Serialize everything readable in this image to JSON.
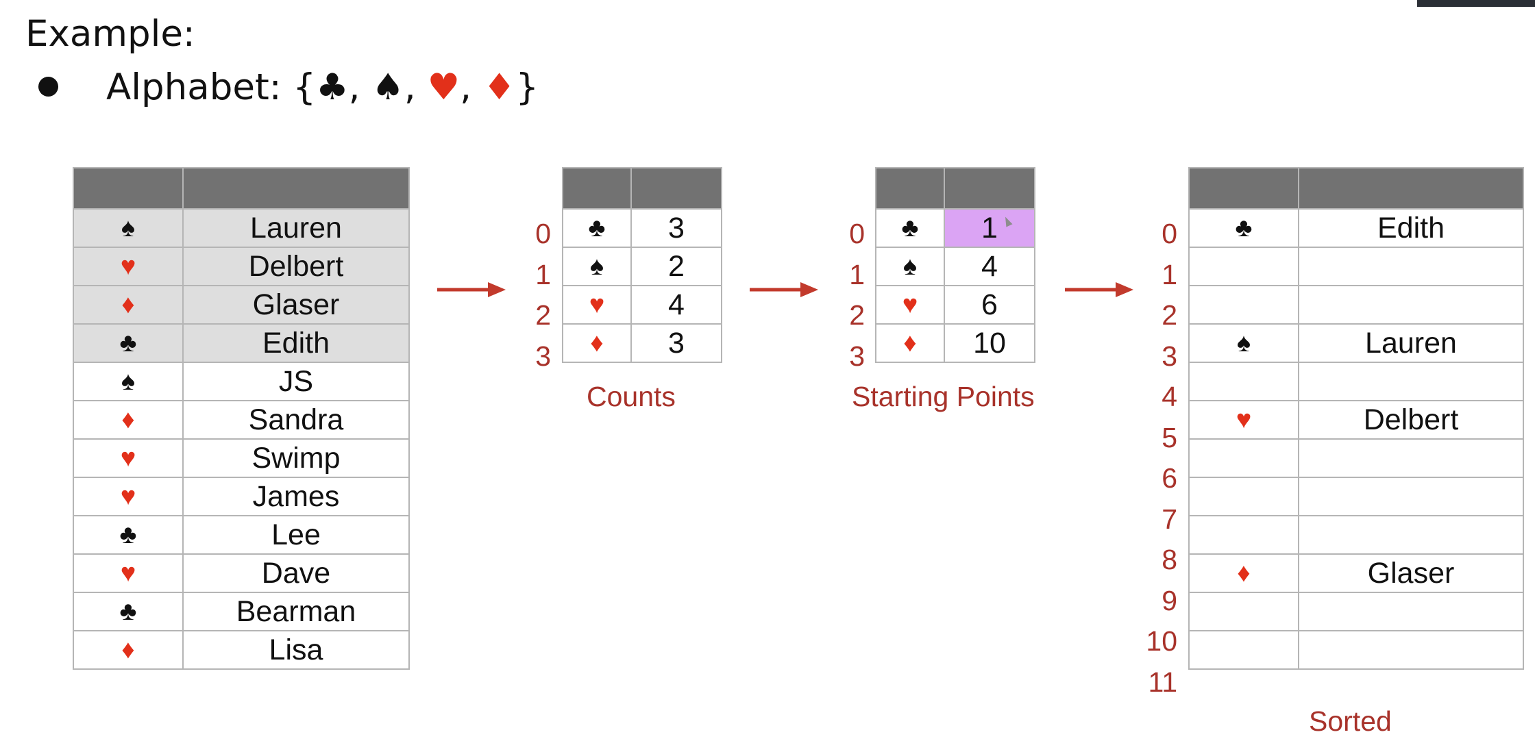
{
  "heading": "Example:",
  "alphabet": {
    "label": "Alphabet: {",
    "sep": ", ",
    "close": "}",
    "suits": [
      {
        "glyph": "♣",
        "color": "#111111"
      },
      {
        "glyph": "♠",
        "color": "#111111"
      },
      {
        "glyph": "♥",
        "color": "#e2301a"
      },
      {
        "glyph": "♦",
        "color": "#e2301a"
      }
    ]
  },
  "colors": {
    "red": "#e2301a",
    "black": "#111111",
    "header": "#727272",
    "shaded": "#dedede",
    "highlight": "#dba4f4",
    "annotation": "#a8322a"
  },
  "input_table": {
    "rows": [
      {
        "suit": "♠",
        "name": "Lauren"
      },
      {
        "suit": "♥",
        "name": "Delbert"
      },
      {
        "suit": "♦",
        "name": "Glaser"
      },
      {
        "suit": "♣",
        "name": "Edith"
      },
      {
        "suit": "♠",
        "name": "JS"
      },
      {
        "suit": "♦",
        "name": "Sandra"
      },
      {
        "suit": "♥",
        "name": "Swimp"
      },
      {
        "suit": "♥",
        "name": "James"
      },
      {
        "suit": "♣",
        "name": "Lee"
      },
      {
        "suit": "♥",
        "name": "Dave"
      },
      {
        "suit": "♣",
        "name": "Bearman"
      },
      {
        "suit": "♦",
        "name": "Lisa"
      }
    ],
    "shaded_rows": 4
  },
  "counts": {
    "caption": "Counts",
    "indices": [
      "0",
      "1",
      "2",
      "3"
    ],
    "rows": [
      {
        "suit": "♣",
        "value": "3"
      },
      {
        "suit": "♠",
        "value": "2"
      },
      {
        "suit": "♥",
        "value": "4"
      },
      {
        "suit": "♦",
        "value": "3"
      }
    ]
  },
  "starting_points": {
    "caption": "Starting Points",
    "indices": [
      "0",
      "1",
      "2",
      "3"
    ],
    "rows": [
      {
        "suit": "♣",
        "value": "1"
      },
      {
        "suit": "♠",
        "value": "4"
      },
      {
        "suit": "♥",
        "value": "6"
      },
      {
        "suit": "♦",
        "value": "10"
      }
    ],
    "highlighted_row": 0
  },
  "sorted": {
    "caption": "Sorted",
    "indices": [
      "0",
      "1",
      "2",
      "3",
      "4",
      "5",
      "6",
      "7",
      "8",
      "9",
      "10",
      "11"
    ],
    "rows": [
      {
        "suit": "♣",
        "name": "Edith"
      },
      {
        "suit": "",
        "name": ""
      },
      {
        "suit": "",
        "name": ""
      },
      {
        "suit": "♠",
        "name": "Lauren"
      },
      {
        "suit": "",
        "name": ""
      },
      {
        "suit": "♥",
        "name": "Delbert"
      },
      {
        "suit": "",
        "name": ""
      },
      {
        "suit": "",
        "name": ""
      },
      {
        "suit": "",
        "name": ""
      },
      {
        "suit": "♦",
        "name": "Glaser"
      },
      {
        "suit": "",
        "name": ""
      },
      {
        "suit": "",
        "name": ""
      }
    ]
  }
}
